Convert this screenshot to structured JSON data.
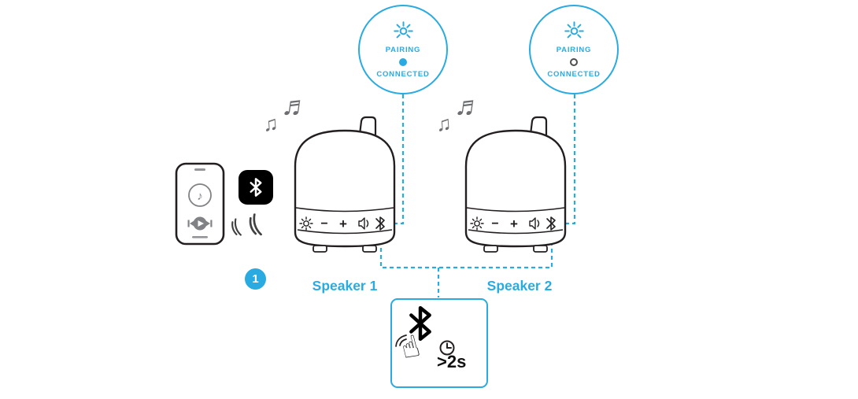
{
  "figure": {
    "type": "instruction-diagram",
    "topic": "Bluetooth speaker stereo pairing",
    "step_number": "1"
  },
  "colors": {
    "accent": "#29abe2",
    "ink": "#231f20",
    "gray": "#808285",
    "black": "#000000"
  },
  "step_badge": {
    "number": "1"
  },
  "callouts": [
    {
      "pairing_label": "PAIRING",
      "connected_label": "CONNECTED",
      "led_state": "solid-blue",
      "dot_class": "dot dot-solid"
    },
    {
      "pairing_label": "PAIRING",
      "connected_label": "CONNECTED",
      "led_state": "hollow",
      "dot_class": "dot dot-hollow"
    }
  ],
  "speakers": [
    {
      "label": "Speaker 1"
    },
    {
      "label": "Speaker 2"
    }
  ],
  "speaker_controls": {
    "minus": "−",
    "plus": "+"
  },
  "instruction_box": {
    "hold_time": ">2s"
  },
  "glyphs": {
    "music_note_small": "♫",
    "music_note_large": "♬",
    "phone_note": "♪",
    "press_hand": "☝"
  }
}
